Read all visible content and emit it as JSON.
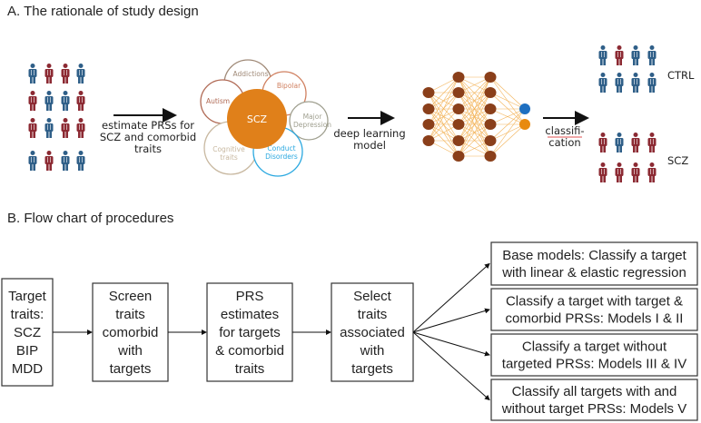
{
  "colors": {
    "control": "#2f5f88",
    "case": "#8c2a33",
    "scz": "#e0801a",
    "node": "#8a3f1a",
    "edge": "#f3b45a",
    "output_a": "#1e6fc0",
    "output_b": "#e88a10"
  },
  "panel_a": {
    "title": "A.   The rationale of study design",
    "cohort_pattern": [
      [
        "c",
        "s",
        "s",
        "c"
      ],
      [
        "s",
        "c",
        "c",
        "s"
      ],
      [
        "s",
        "c",
        "s",
        "s"
      ],
      [
        "c",
        "s",
        "c",
        "c"
      ]
    ],
    "arrow1_label": [
      "estimate PRSs for",
      "SCZ and comorbid",
      "traits"
    ],
    "center_trait": "SCZ",
    "comorbid_traits": [
      {
        "label": [
          "Addictions"
        ],
        "color": "#a08a78"
      },
      {
        "label": [
          "Bipolar"
        ],
        "color": "#d08060"
      },
      {
        "label": [
          "Autism"
        ],
        "color": "#b06a55"
      },
      {
        "label": [
          "Major",
          "Depression"
        ],
        "color": "#a0a090"
      },
      {
        "label": [
          "Cognitive",
          "traits"
        ],
        "color": "#c8b8a0"
      },
      {
        "label": [
          "Conduct",
          "Disorders"
        ],
        "color": "#2aa8e0"
      }
    ],
    "arrow2_label": [
      "deep learning",
      "model"
    ],
    "arrow3_label": [
      "classifi-",
      "cation"
    ],
    "ctrl_label": "CTRL",
    "ctrl_pattern": [
      [
        "c",
        "s",
        "c",
        "c"
      ],
      [
        "c",
        "c",
        "c",
        "c"
      ]
    ],
    "scz_label": "SCZ",
    "scz_pattern": [
      [
        "s",
        "c",
        "s",
        "s"
      ],
      [
        "s",
        "s",
        "s",
        "s"
      ]
    ]
  },
  "panel_b": {
    "title": "B.   Flow chart of procedures",
    "steps": [
      [
        "Target",
        "traits:",
        "SCZ",
        "BIP",
        "MDD"
      ],
      [
        "Screen",
        "traits",
        "comorbid",
        "with",
        "targets"
      ],
      [
        "PRS",
        "estimates",
        "for targets",
        "& comorbid",
        "traits"
      ],
      [
        "Select",
        "traits",
        "associated",
        "with",
        "targets"
      ]
    ],
    "models": [
      [
        "Base models: Classify a target",
        "with linear & elastic regression"
      ],
      [
        "Classify a target with target &",
        "comorbid PRSs: Models I & II"
      ],
      [
        "Classify a target without",
        "targeted PRSs: Models III & IV"
      ],
      [
        "Classify all targets with and",
        "without target PRSs: Models V"
      ]
    ]
  }
}
